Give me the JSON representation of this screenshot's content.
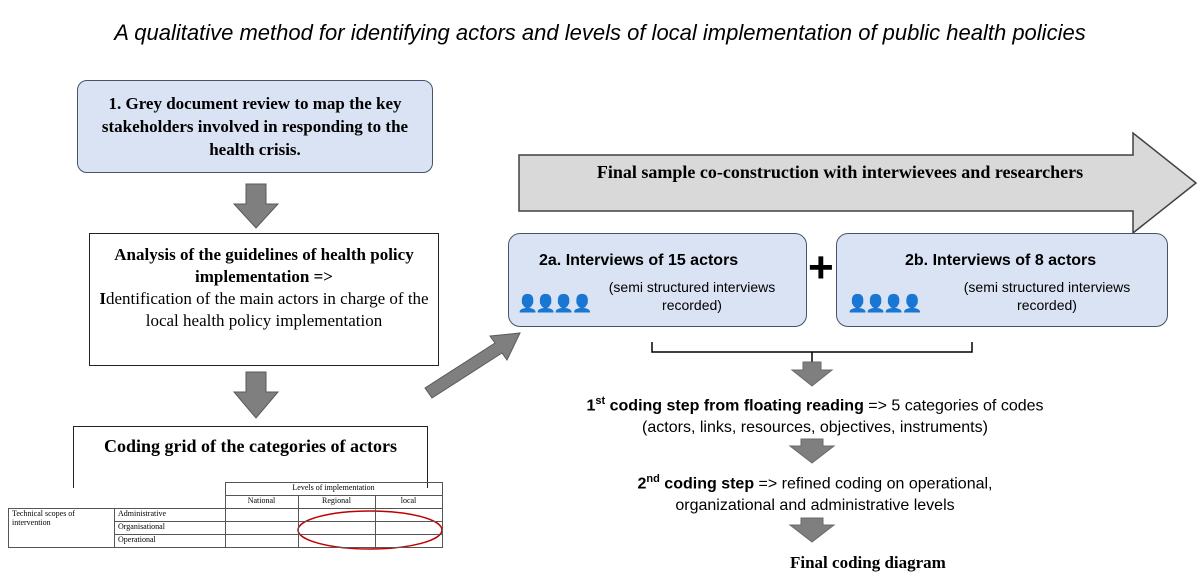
{
  "title": "A qualitative method for identifying actors and levels of local implementation of public health policies",
  "step1": "1. Grey document review to map the key stakeholders involved in responding to the health crisis.",
  "analysis": {
    "bold": "Analysis of the guidelines of health policy implementation =>",
    "rest_initial": "I",
    "rest": "dentification of the main actors in charge of the local health policy implementation"
  },
  "coding_grid": {
    "title": "Coding grid of the categories of actors",
    "header": "Levels of implementation",
    "columns": [
      "National",
      "Regional",
      "local"
    ],
    "row_label": "Technical scopes of intervention",
    "rows": [
      "Administrative",
      "Organisational",
      "Operational"
    ]
  },
  "banner": "Final sample co-construction with interwievees and researchers",
  "box2a": {
    "title": "2a. Interviews of 15 actors",
    "sub": "(semi structured interviews recorded)"
  },
  "box2b": {
    "title": "2b. Interviews of 8 actors",
    "sub": "(semi structured interviews recorded)"
  },
  "plus": "+",
  "people_icon": "👤👤👤👤",
  "coding1": {
    "num": "1",
    "sup": "st",
    "bold": " coding step from floating reading",
    "rest": " => 5 categories of codes",
    "line2": "(actors, links, resources, objectives, instruments)"
  },
  "coding2": {
    "num": "2",
    "sup": "nd",
    "bold": " coding step",
    "rest": " => refined coding on operational,",
    "line2": "organizational and administrative levels"
  },
  "final": "Final coding diagram",
  "colors": {
    "box_fill": "#dae3f3",
    "box_border": "#44546a",
    "arrow_grey": "#7f7f7f",
    "banner_fill": "#d9d9d9",
    "ellipse": "#c00000"
  }
}
